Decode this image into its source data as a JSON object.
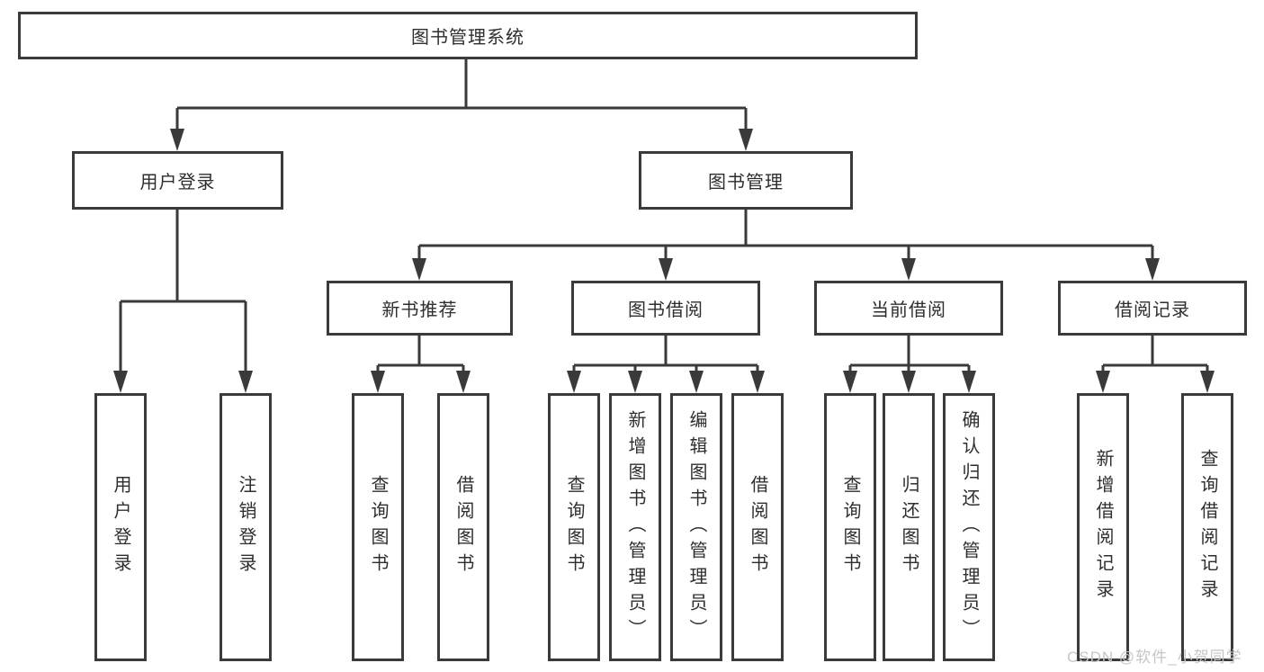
{
  "diagram": {
    "title": "图书管理系统",
    "nodes": {
      "root": "图书管理系统",
      "login_group": "用户登录",
      "book_mgmt": "图书管理",
      "new_books": "新书推荐",
      "book_borrow": "图书借阅",
      "current_borrow": "当前借阅",
      "borrow_records": "借阅记录",
      "leaf_user_login": "用户登录",
      "leaf_logout": "注销登录",
      "leaf_nb_query": "查询图书",
      "leaf_nb_borrow": "借阅图书",
      "leaf_bb_query": "查询图书",
      "leaf_bb_add": "新增图书（管理员）",
      "leaf_bb_edit": "编辑图书（管理员）",
      "leaf_bb_borrow": "借阅图书",
      "leaf_cb_query": "查询图书",
      "leaf_cb_return": "归还图书",
      "leaf_cb_confirm": "确认归还（管理员）",
      "leaf_br_add": "新增借阅记录",
      "leaf_br_query": "查询借阅记录"
    },
    "line_color": "#3a3a3a",
    "text_color": "#2e2e2e",
    "watermark_color": "#c6c6c6"
  },
  "watermark": "CSDN @软件_小贺同学"
}
